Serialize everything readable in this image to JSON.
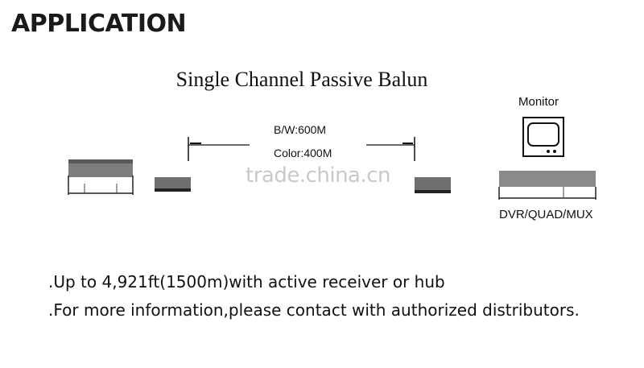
{
  "page": {
    "heading": "APPLICATION",
    "diagram_title": "Single Channel Passive Balun"
  },
  "diagram": {
    "cable": {
      "bw_label": "B/W:600M",
      "color_label": "Color:400M"
    },
    "monitor_label": "Monitor",
    "recorder_label": "DVR/QUAD/MUX"
  },
  "watermark": "trade.china.cn",
  "notes": [
    ".Up to 4,921ft(1500m)with active receiver or hub",
    ".For more information,please contact with authorized distributors."
  ]
}
